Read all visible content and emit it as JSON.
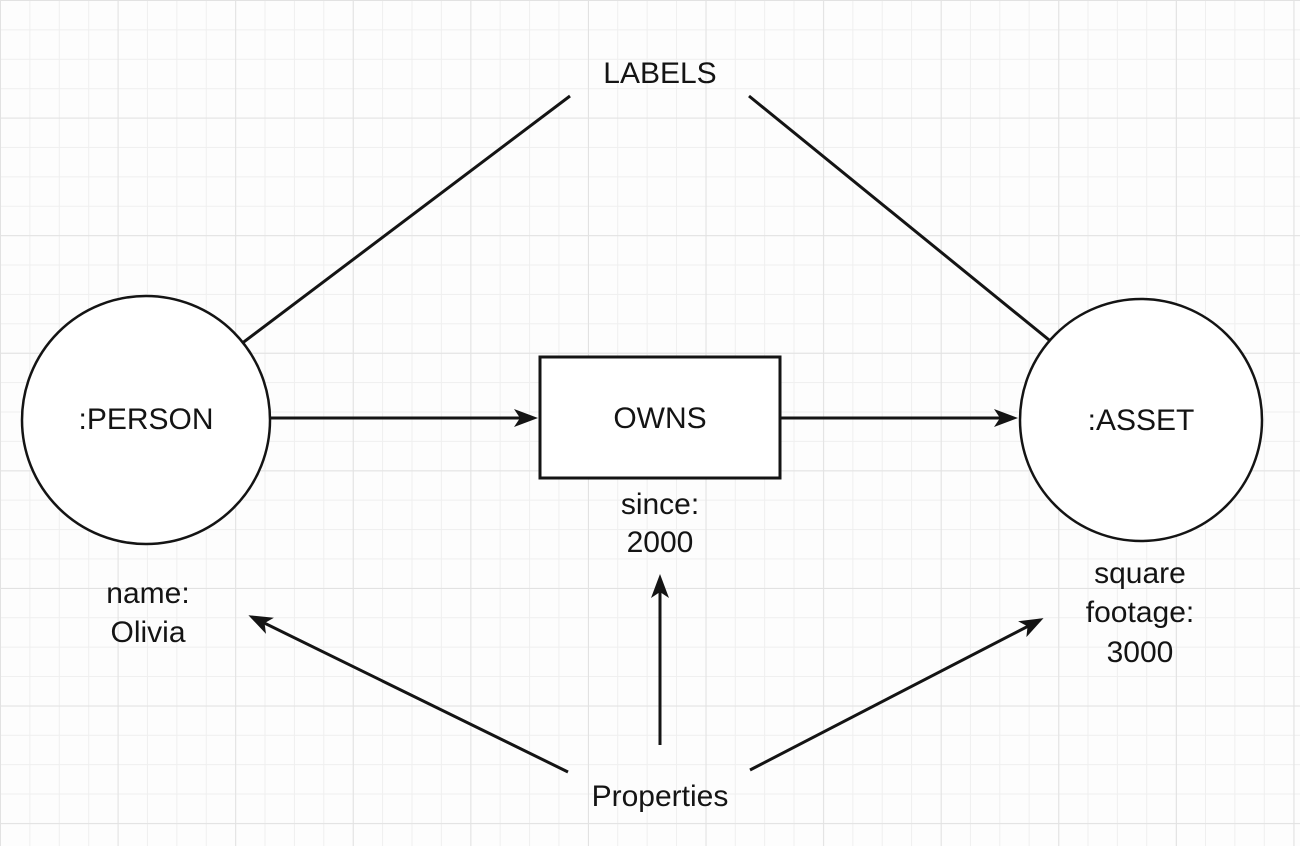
{
  "colors": {
    "ink": "#141414",
    "shape_fill": "#ffffff",
    "background": "#fdfdfd",
    "grid_minor": "#efefef",
    "grid_major": "#e2e2e2"
  },
  "annotations": {
    "labels": "LABELS",
    "properties": "Properties"
  },
  "nodes": {
    "person": {
      "label": ":PERSON",
      "property_lines": [
        "name:",
        "Olivia"
      ]
    },
    "asset": {
      "label": ":ASSET",
      "property_lines": [
        "square",
        "footage:",
        "3000"
      ]
    }
  },
  "relationship": {
    "label": "OWNS",
    "property_lines": [
      "since:",
      "2000"
    ]
  }
}
